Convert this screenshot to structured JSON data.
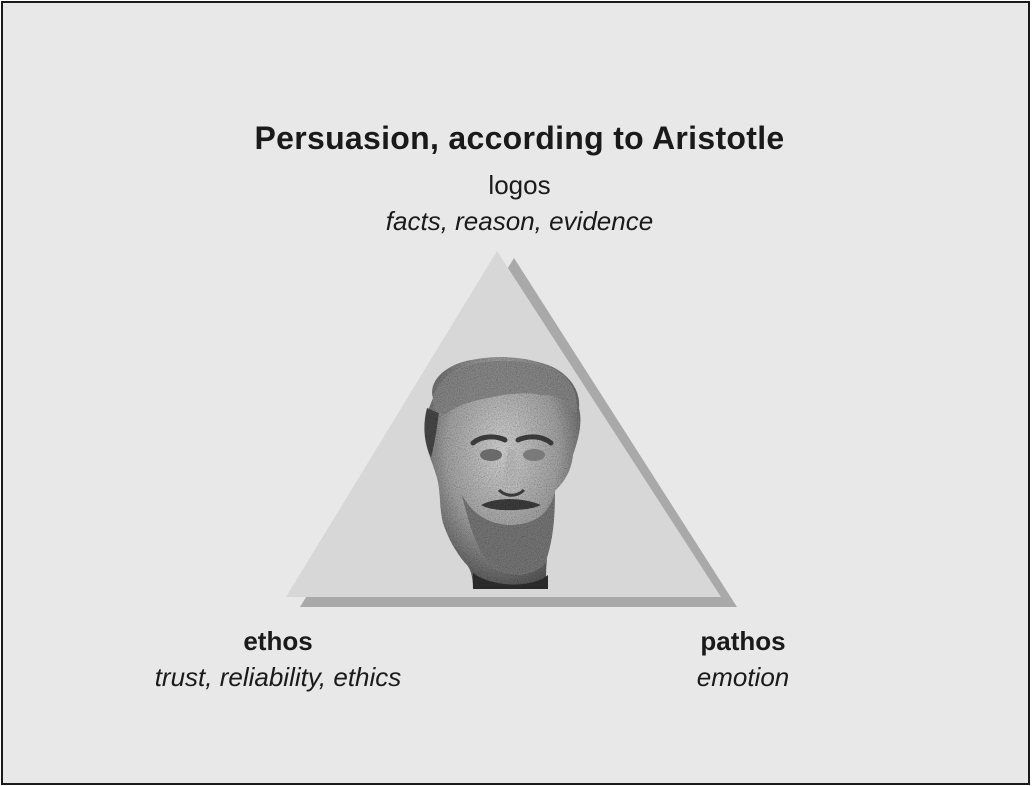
{
  "title": "Persuasion, according to Aristotle",
  "logos": {
    "name": "logos",
    "description": "facts, reason, evidence"
  },
  "ethos": {
    "name": "ethos",
    "description": "trust, reliability, ethics"
  },
  "pathos": {
    "name": "pathos",
    "description": "emotion"
  },
  "colors": {
    "background": "#e8e8e8",
    "triangle": "#d7d7d7",
    "triangle_shadow": "#a9a9a9",
    "text": "#1a1a1a"
  },
  "icons": {
    "center": "aristotle-bust-icon"
  }
}
